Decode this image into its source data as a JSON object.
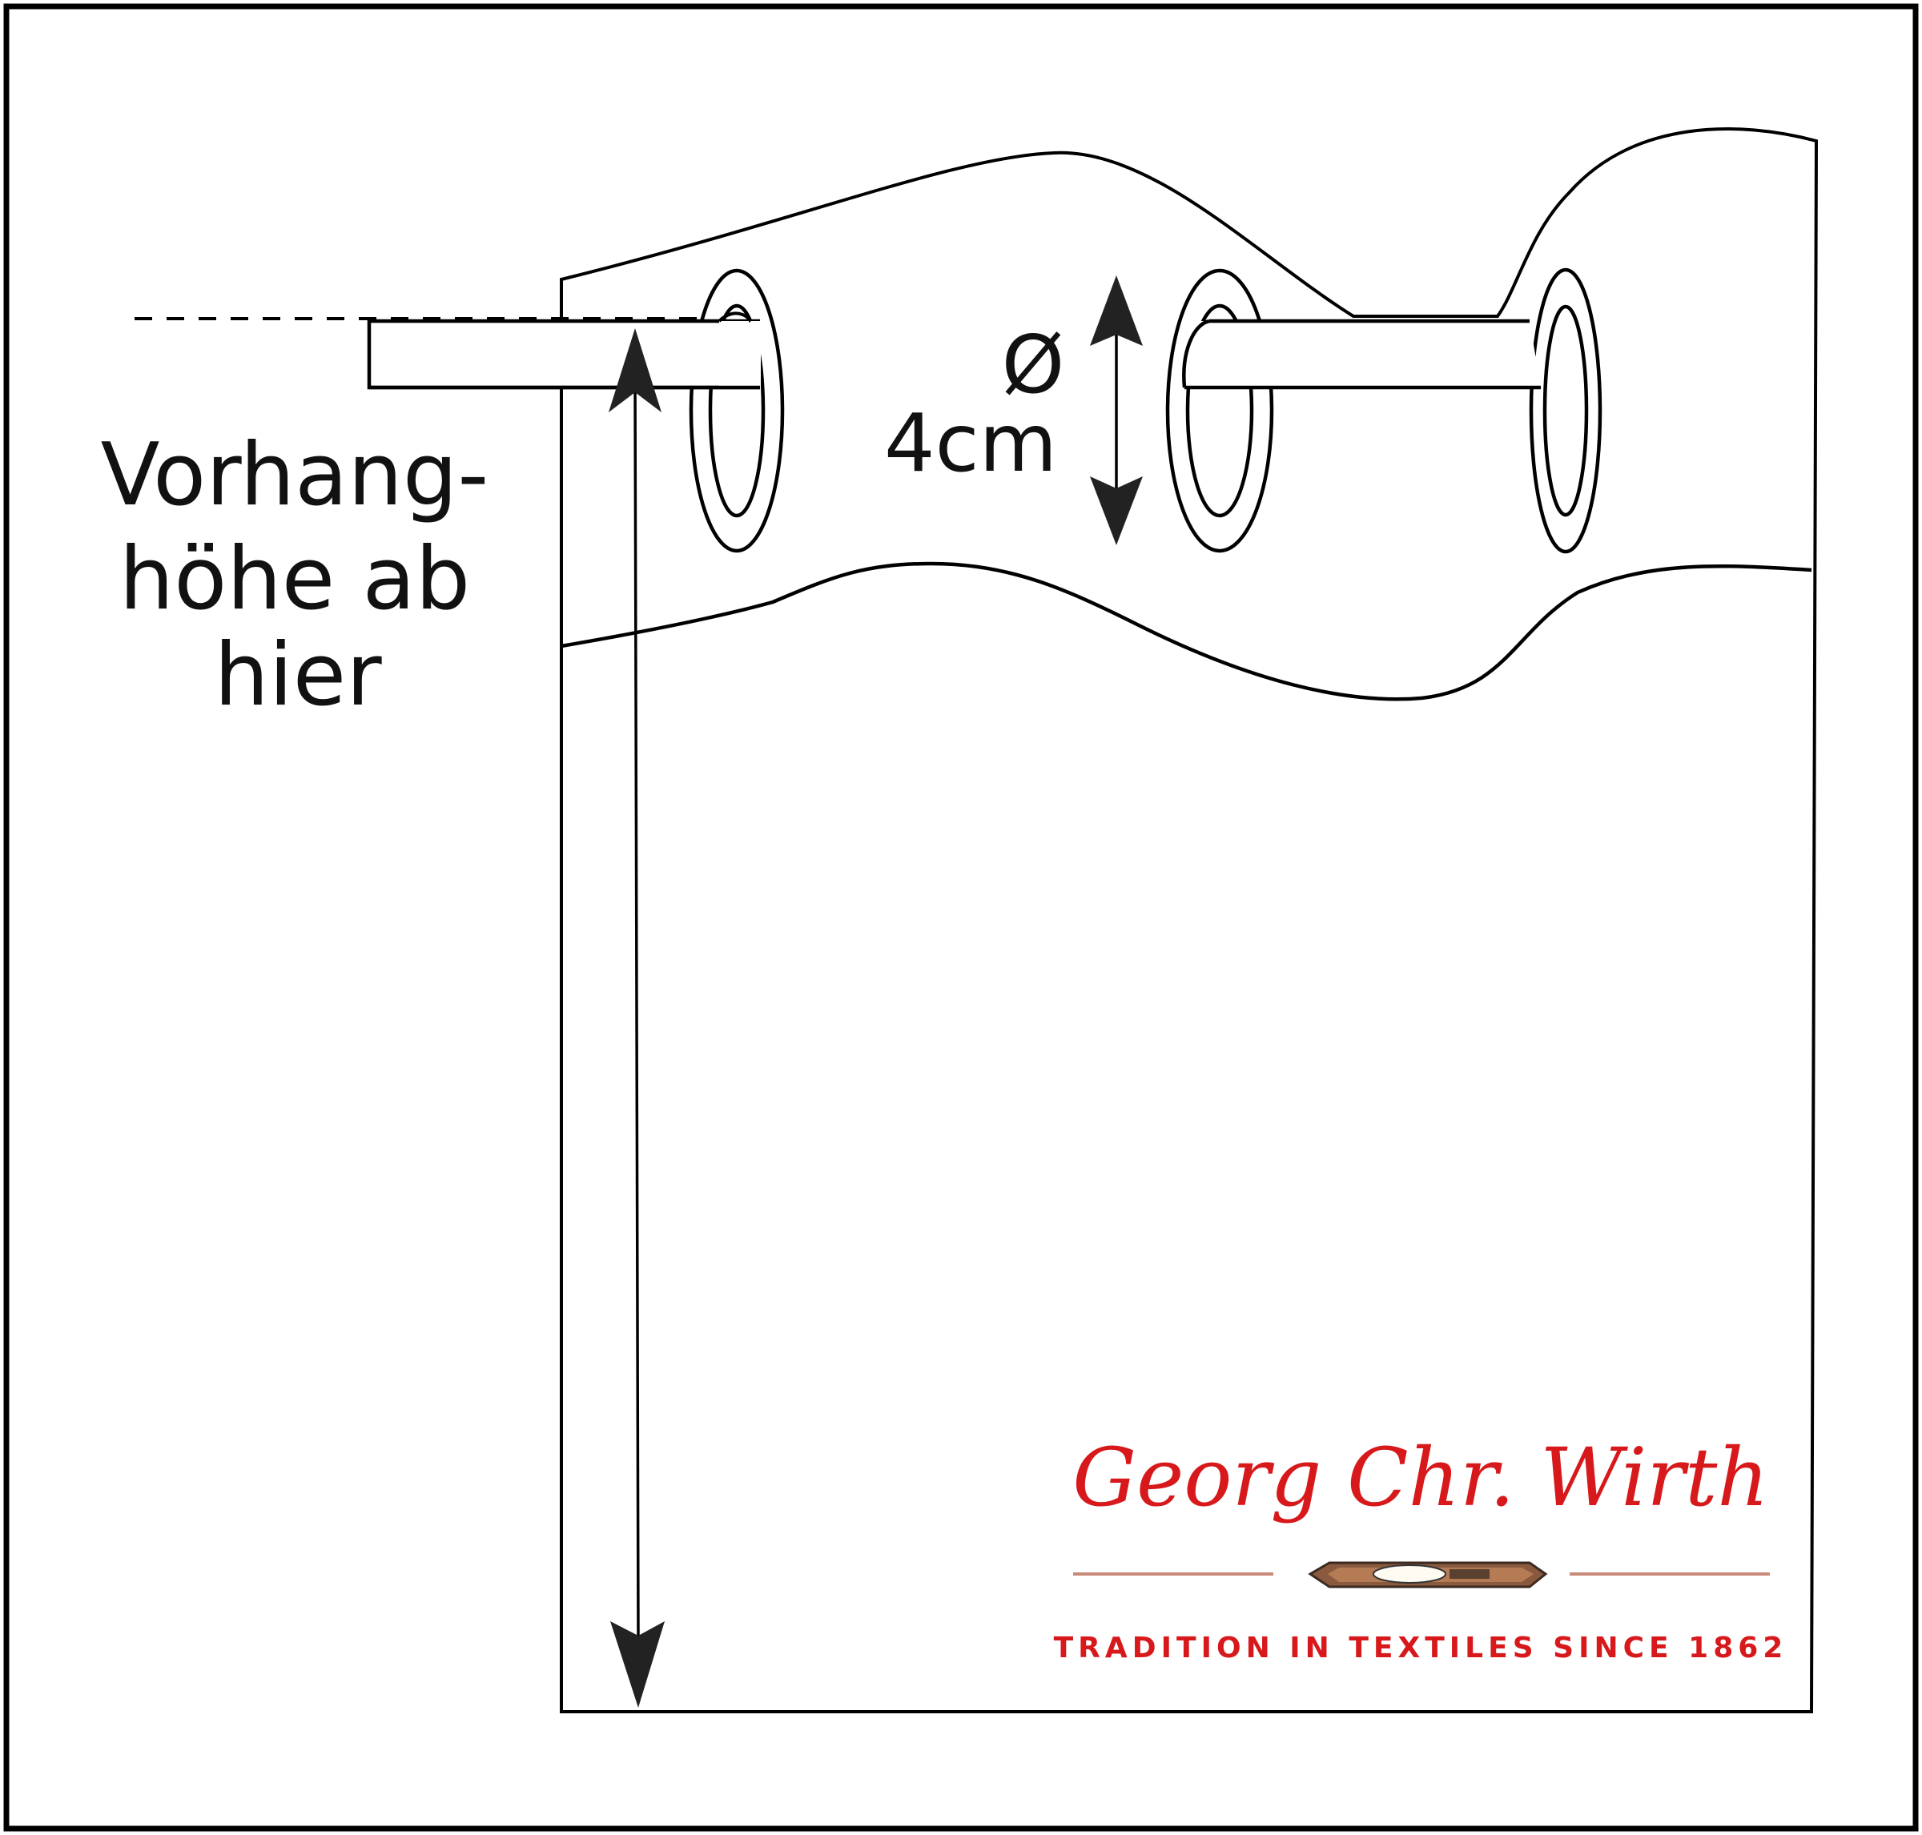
{
  "diagram": {
    "title": "Curtain height measurement with eyelets (Ösen)",
    "label_height": {
      "line1": "Vorhang-",
      "line2": "höhe ab",
      "line3": "hier"
    },
    "label_diameter": {
      "symbol": "Ø",
      "value": "4cm"
    },
    "colors": {
      "stroke": "#000000",
      "arrow_fill": "#222222",
      "brand_red": "#d7191c",
      "divider": "#c98a7a"
    }
  },
  "brand": {
    "name": "Georg Chr. Wirth",
    "tagline": "TRADITION IN TEXTILES SINCE 1862",
    "emblem": "weaving-shuttle-icon"
  }
}
